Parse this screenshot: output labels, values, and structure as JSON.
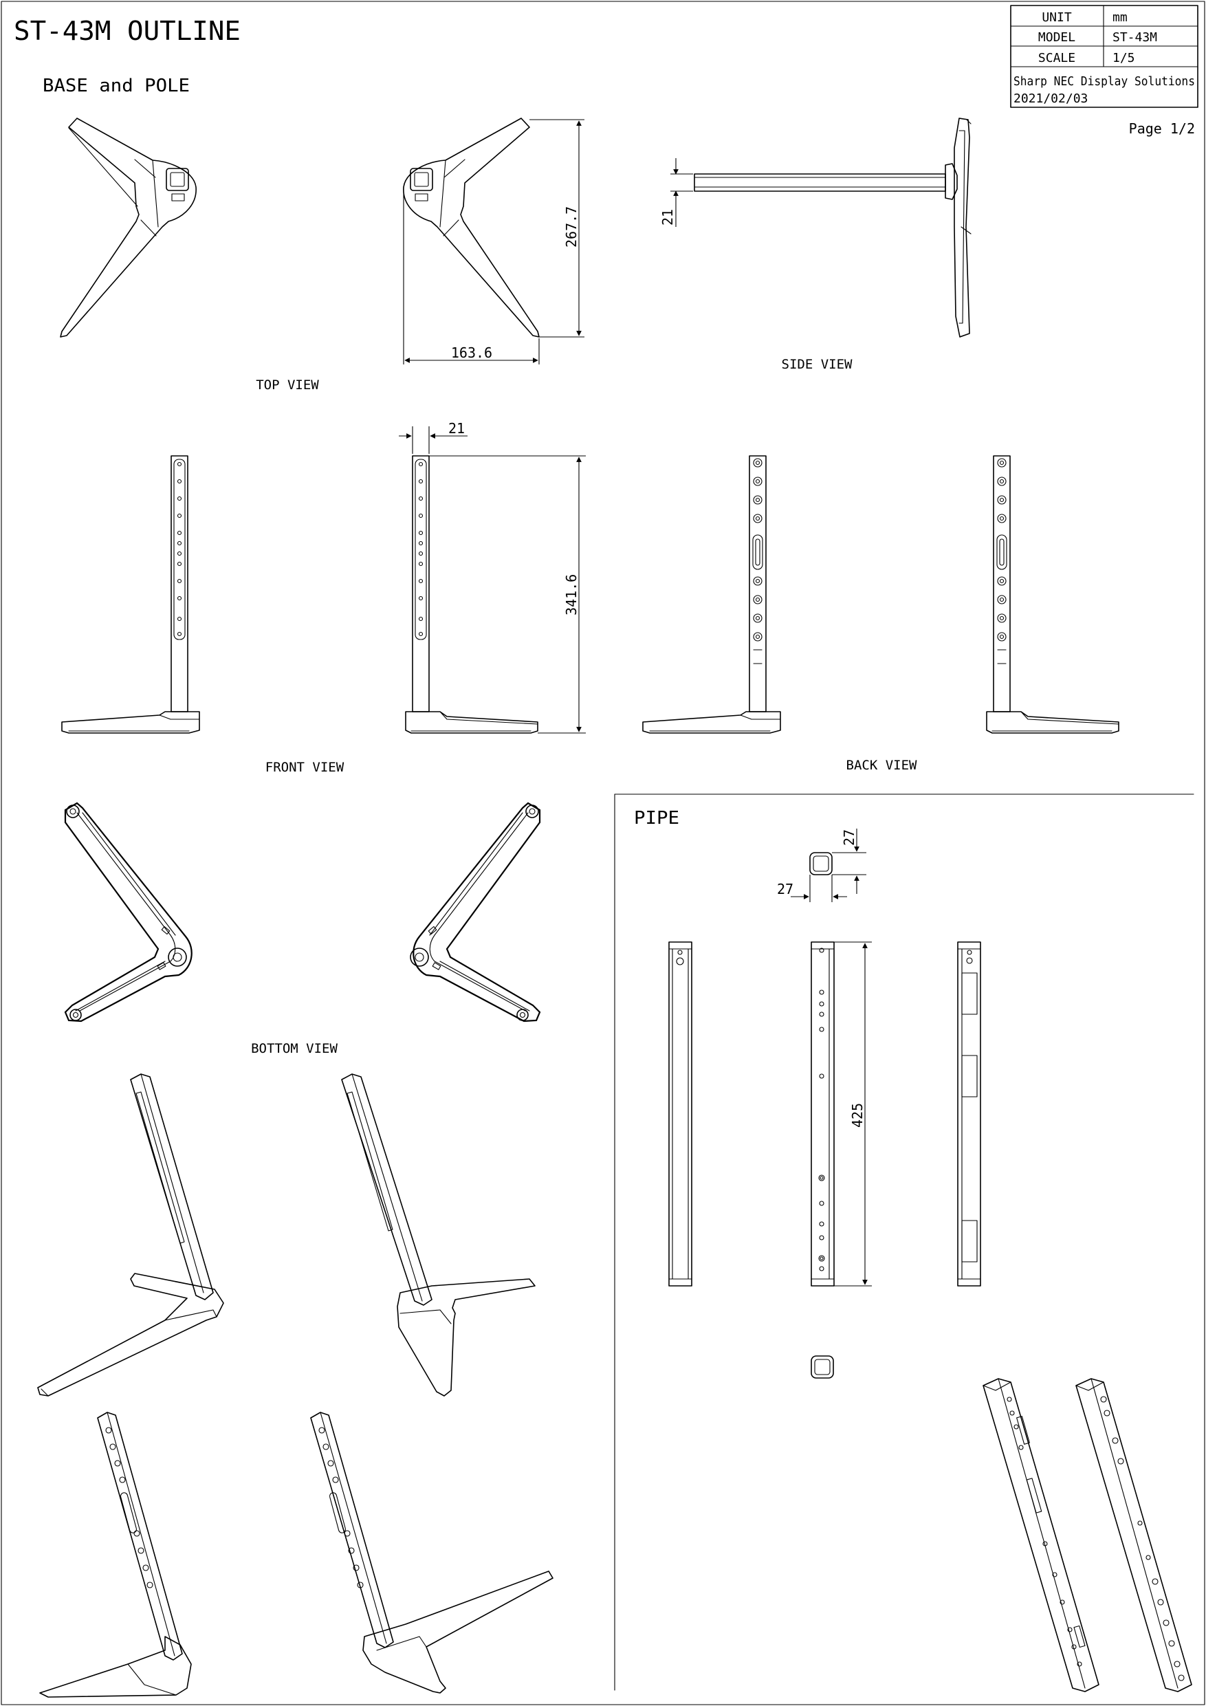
{
  "drawing": {
    "title": "ST-43M OUTLINE",
    "page": "Page 1/2",
    "section_base_pole": "BASE and POLE",
    "section_pipe": "PIPE"
  },
  "title_block": {
    "unit_label": "UNIT",
    "unit_value": "mm",
    "model_label": "MODEL",
    "model_value": "ST-43M",
    "scale_label": "SCALE",
    "scale_value": "1/5",
    "company": "Sharp NEC Display Solutions",
    "date": "2021/02/03"
  },
  "views": {
    "top": "TOP VIEW",
    "side": "SIDE VIEW",
    "front": "FRONT VIEW",
    "back": "BACK VIEW",
    "bottom": "BOTTOM VIEW"
  },
  "dimensions": {
    "top_height": "267.7",
    "top_width": "163.6",
    "side_thickness": "21",
    "front_thickness": "21",
    "front_height": "341.6",
    "pipe_depth": "27",
    "pipe_width": "27",
    "pipe_length": "425"
  }
}
